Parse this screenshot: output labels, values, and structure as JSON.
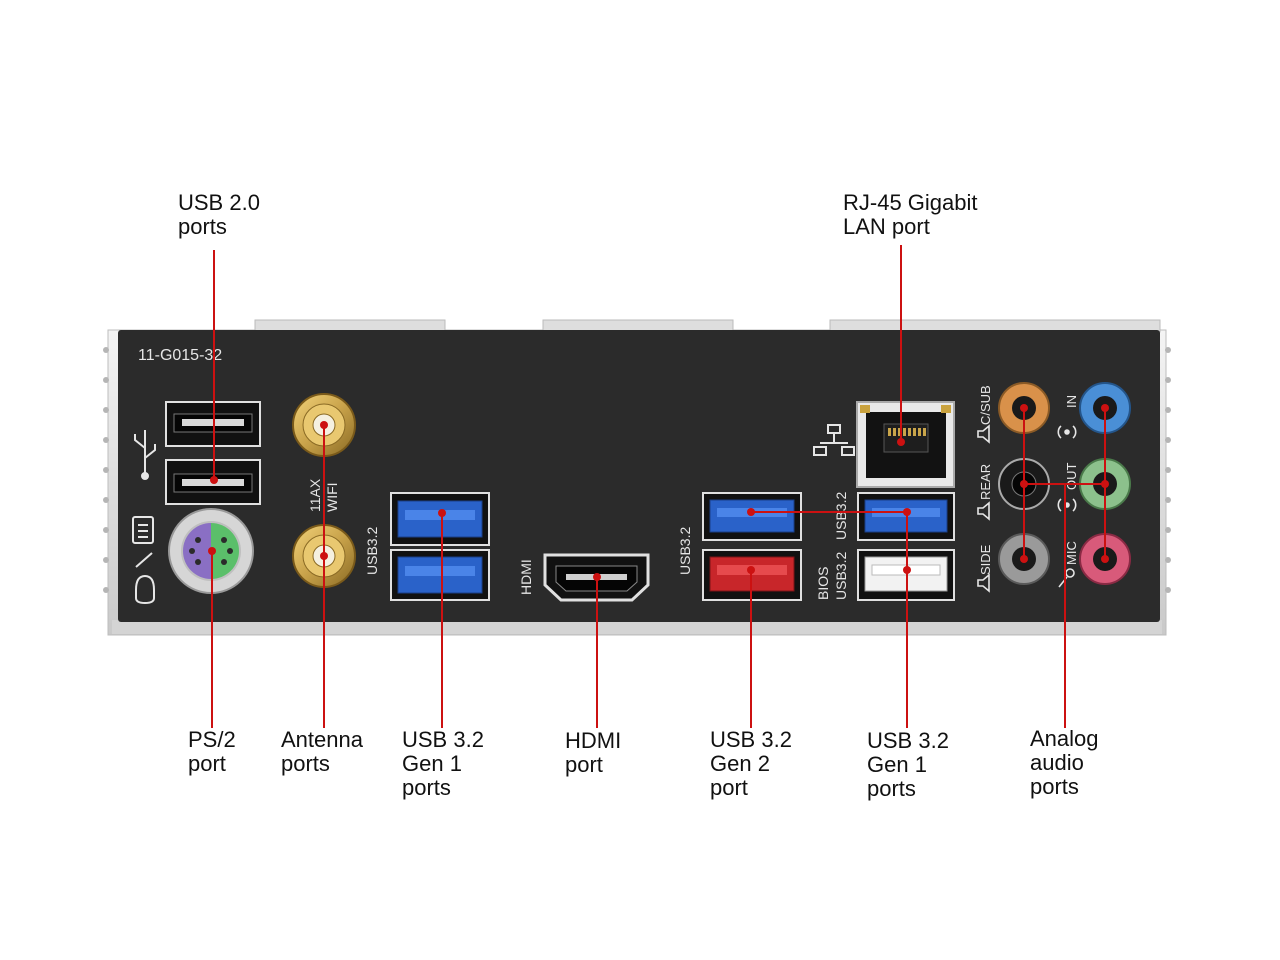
{
  "panel": {
    "model_code": "11-G015-32",
    "silkscreen": {
      "antenna": [
        "11AX",
        "WIFI"
      ],
      "usb32_left": "USB3.2",
      "hdmi": "HDMI",
      "usb32_mid": "USB3.2",
      "usb32_right_top": "USB3.2",
      "usb32_right_bottom": [
        "BIOS",
        "USB3.2"
      ],
      "audio": [
        "C/SUB",
        "REAR",
        "SIDE",
        "IN",
        "OUT",
        "MIC"
      ]
    }
  },
  "callouts": {
    "usb20": [
      "USB 2.0",
      "ports"
    ],
    "rj45": [
      "RJ-45 Gigabit",
      "LAN port"
    ],
    "ps2": [
      "PS/2",
      "port"
    ],
    "antenna": [
      "Antenna",
      "ports"
    ],
    "usb32_gen1_left": [
      "USB 3.2",
      "Gen 1",
      "ports"
    ],
    "hdmi": [
      "HDMI",
      "port"
    ],
    "usb32_gen2": [
      "USB 3.2",
      "Gen 2",
      "port"
    ],
    "usb32_gen1_right": [
      "USB 3.2",
      "Gen 1",
      "ports"
    ],
    "analog": [
      "Analog",
      "audio",
      "ports"
    ]
  },
  "colors": {
    "leader_line": "#cc1111",
    "panel": "#2b2b2b",
    "usb_blue": "#2a62c9",
    "usb_red": "#c8262a",
    "audio_orange": "#d9914a",
    "audio_blue": "#4a8fd6",
    "audio_green": "#8cc18c",
    "audio_pink": "#d85a7a",
    "audio_grey": "#9a9a9a",
    "ps2_purple": "#8a6fc4",
    "ps2_green": "#5bbf6a",
    "antenna_gold": "#c8a24a"
  },
  "icons": [
    "usb-icon",
    "mouse-keyboard-icon",
    "network-icon",
    "speaker-icon",
    "mic-icon",
    "audio-wave-icon"
  ]
}
